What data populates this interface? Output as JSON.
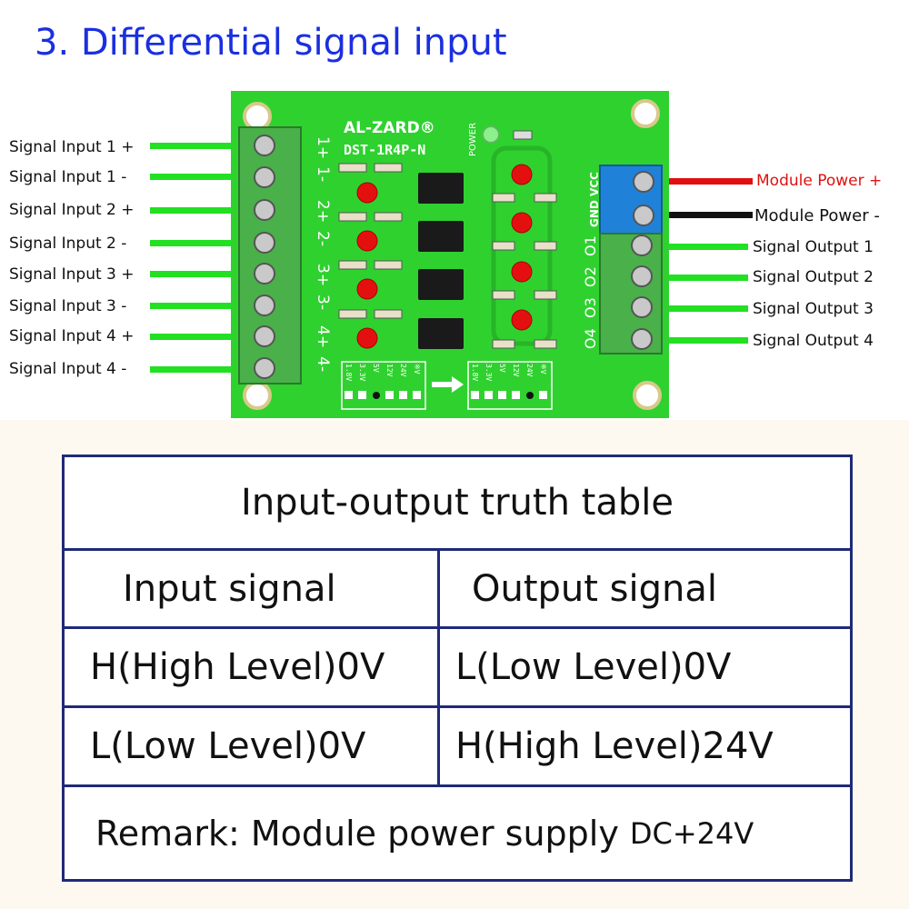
{
  "title": "3. Differential signal input",
  "board": {
    "brand": "AL-ZARD®",
    "model": "DST-1R4P-N",
    "power_led_label": "POWER",
    "input_terminal_labels": [
      "1+",
      "1-",
      "2+",
      "2-",
      "3+",
      "3-",
      "4+",
      "4-"
    ],
    "power_terminal_labels": [
      "VCC",
      "GND"
    ],
    "output_terminal_labels": [
      "O1",
      "O2",
      "O3",
      "O4"
    ],
    "voltage_options": [
      "1.8V",
      "3.3V",
      "5V",
      "12V",
      "24V",
      "※V"
    ],
    "colors": {
      "pcb": "#2fd12f",
      "terminal_green": "#49b04a",
      "terminal_blue": "#1f82d8",
      "led_red": "#e41010",
      "wire_green": "#22e022",
      "wire_red": "#e01010",
      "wire_black": "#111111"
    }
  },
  "wire_labels": {
    "inputs": [
      "Signal Input 1 +",
      "Signal Input 1 -",
      "Signal Input 2 +",
      "Signal Input 2 -",
      "Signal Input 3 +",
      "Signal Input 3 -",
      "Signal Input 4 +",
      "Signal Input 4 -"
    ],
    "power_plus": "Module Power +",
    "power_minus": "Module Power -",
    "outputs": [
      "Signal Output 1",
      "Signal Output 2",
      "Signal Output 3",
      "Signal Output 4"
    ]
  },
  "truth_table": {
    "title": "Input-output truth table",
    "header_input": "Input signal",
    "header_output": "Output signal",
    "rows": [
      {
        "input": "H(High Level)0V",
        "output": "L(Low Level)0V"
      },
      {
        "input": "L(Low Level)0V",
        "output": "H(High Level)24V"
      }
    ],
    "remark": "Remark: Module power supply",
    "remark_value": "DC+24V"
  }
}
